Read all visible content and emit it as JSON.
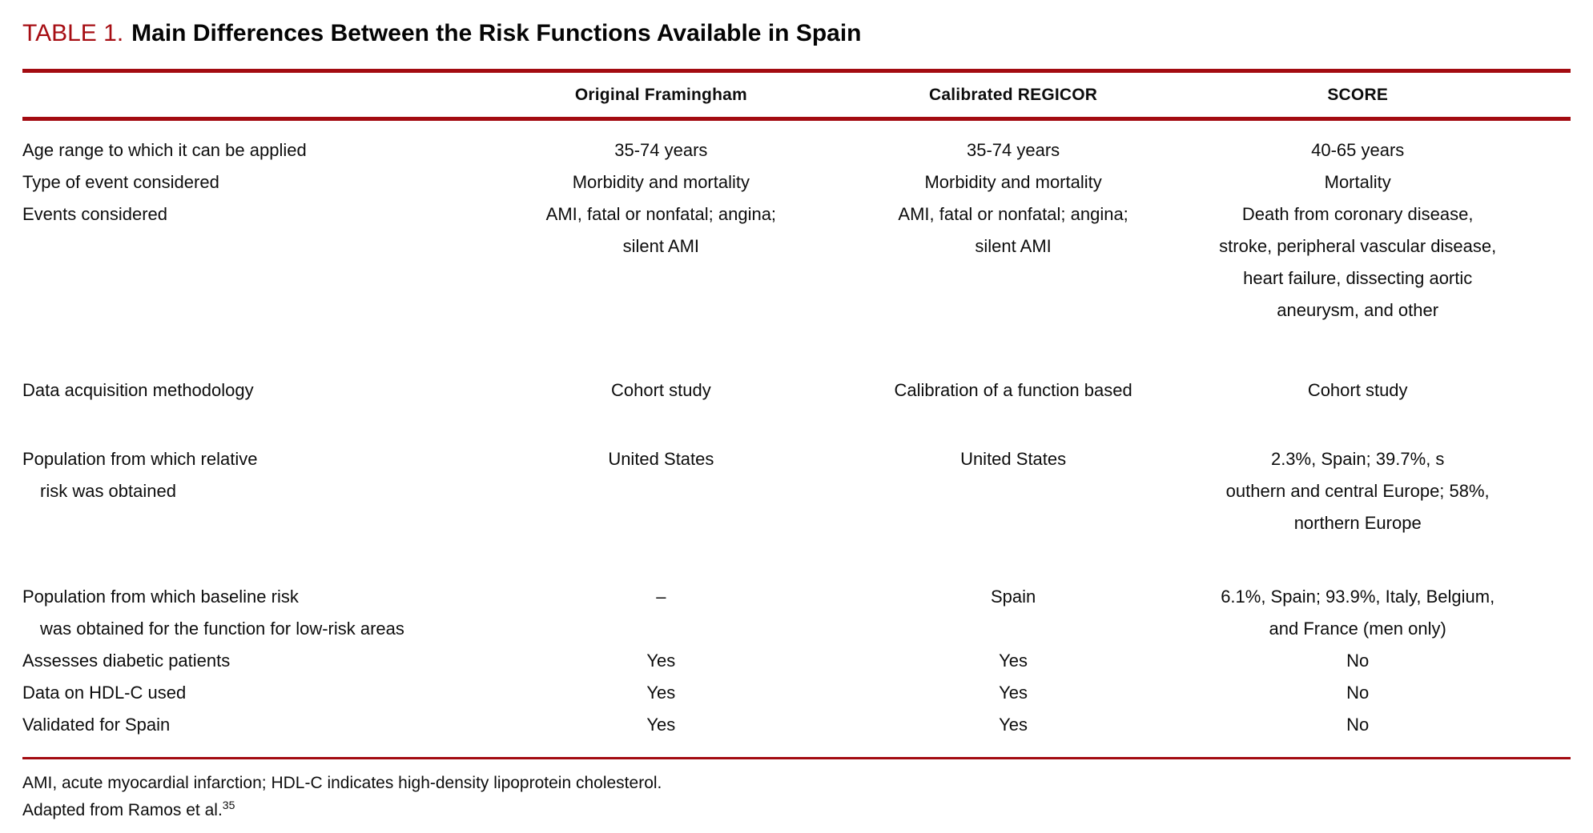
{
  "page": {
    "background": "#ffffff",
    "accent_red": "#A60D13"
  },
  "title": {
    "label": "TABLE 1.",
    "text": "Main Differences Between the Risk Functions Available in Spain"
  },
  "table": {
    "column_headers": [
      "Original Framingham",
      "Calibrated REGICOR",
      "SCORE"
    ],
    "rows": [
      {
        "label": "Age range to which it can be applied",
        "cells": [
          "35-74 years",
          "35-74 years",
          "40-65 years"
        ]
      },
      {
        "label": "Type of event considered",
        "cells": [
          "Morbidity and mortality",
          "Morbidity and mortality",
          "Mortality"
        ]
      },
      {
        "label": "Events considered",
        "cells": [
          "AMI, fatal or nonfatal; angina;\nsilent AMI",
          "AMI, fatal or nonfatal; angina;\nsilent AMI",
          "Death from coronary disease,\nstroke, peripheral vascular disease,\nheart failure, dissecting aortic\naneurysm, and other"
        ]
      },
      {
        "label": "Data acquisition methodology",
        "cells": [
          "Cohort study",
          "Calibration of a function based",
          "Cohort study"
        ]
      },
      {
        "label": "Population from which relative\nrisk was obtained",
        "cells": [
          "United States",
          "United States",
          "2.3%, Spain; 39.7%, s\nouthern and central Europe; 58%,\nnorthern Europe"
        ]
      },
      {
        "label": "Population from which baseline risk\nwas obtained for the function for low-risk areas",
        "cells": [
          "–",
          "Spain",
          "6.1%, Spain; 93.9%, Italy, Belgium,\nand France (men only)"
        ]
      },
      {
        "label": "Assesses diabetic patients",
        "cells": [
          "Yes",
          "Yes",
          "No"
        ]
      },
      {
        "label": "Data on HDL-C used",
        "cells": [
          "Yes",
          "Yes",
          "No"
        ]
      },
      {
        "label": "Validated for Spain",
        "cells": [
          "Yes",
          "Yes",
          "No"
        ]
      }
    ]
  },
  "footnotes": {
    "line1": "AMI, acute myocardial infarction; HDL-C indicates high-density lipoprotein cholesterol.",
    "line2": "Adapted from Ramos et al.",
    "line2_ref": "35"
  }
}
